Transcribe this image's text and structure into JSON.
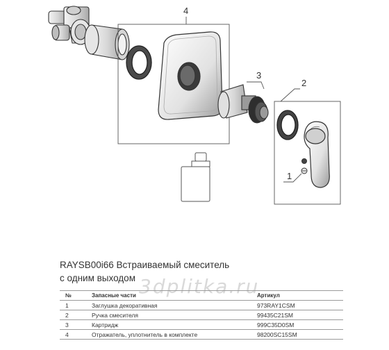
{
  "callouts": [
    "4",
    "3",
    "2",
    "1"
  ],
  "caption": {
    "line1": "RAYSB00i66 Встраиваемый смеситель",
    "line2": "с одним выходом"
  },
  "watermark": "3dplitka.ru",
  "table": {
    "headers": [
      "№",
      "Запасные части",
      "Артикул"
    ],
    "rows": [
      {
        "num": "1",
        "name": "Заглушка декоративная",
        "code": "973RAY1CSM"
      },
      {
        "num": "2",
        "name": "Ручка смесителя",
        "code": "99435C21SM"
      },
      {
        "num": "3",
        "name": "Картридж",
        "code": "999C35D0SM"
      },
      {
        "num": "4",
        "name": "Отражатель, уплотнитель в комплекте",
        "code": "98200SC15SM"
      }
    ]
  }
}
